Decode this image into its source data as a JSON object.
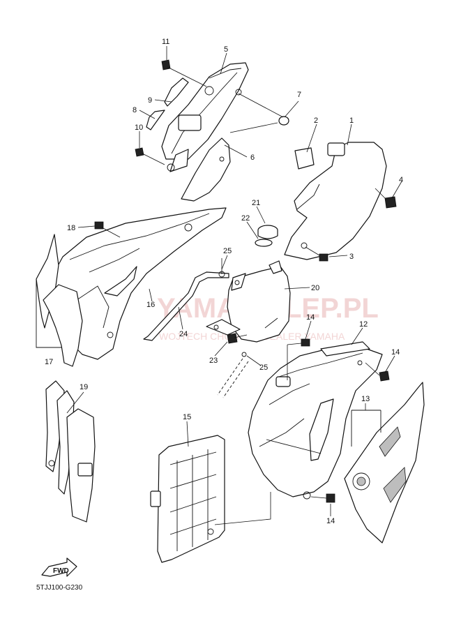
{
  "diagram": {
    "callouts": [
      "1",
      "2",
      "3",
      "4",
      "5",
      "6",
      "7",
      "8",
      "9",
      "10",
      "11",
      "12",
      "13",
      "14",
      "14",
      "14",
      "15",
      "16",
      "17",
      "18",
      "19",
      "20",
      "21",
      "22",
      "23",
      "24",
      "25",
      "25"
    ],
    "watermark_main": "YAMA-SKLEP.PL",
    "watermark_sub": "WOJTECH CHOJNICE DEALER YAMAHA",
    "fwd_label": "FWD",
    "drawing_code": "5TJJ100-G230"
  }
}
